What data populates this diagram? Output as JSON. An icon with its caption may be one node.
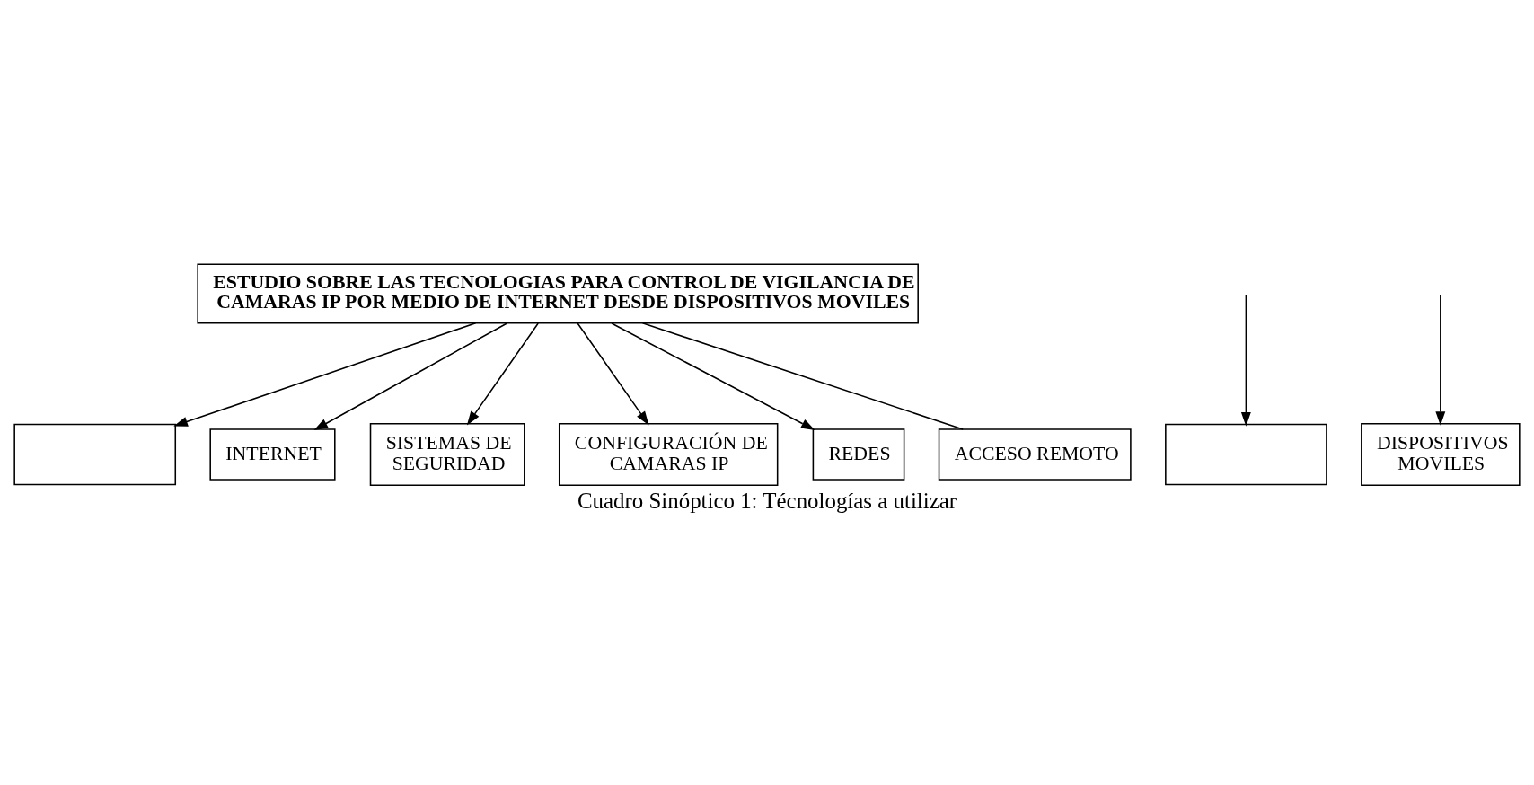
{
  "diagram": {
    "caption": "Cuadro Sinóptico 1: Técnologías a utilizar",
    "nodes": [
      {
        "text": [
          "ESTUDIO SOBRE LAS TECNOLOGIAS PARA CONTROL DE VIGILANCIA DE CAMARAS IP POR MEDIO DE INTERNET DESDE DISPOSITIVOS MOVILES"
        ]
      },
      {
        "text": [],
        "shape": "box"
      },
      {
        "text": [],
        "shape": "box"
      },
      {
        "text": [
          "INTERNET"
        ]
      },
      {
        "text": [
          "SISTEMAS DE SEGURIDAD"
        ]
      },
      {
        "text": [
          "CONFIGURACIÓN DE CAMARAS IP"
        ]
      },
      {
        "text": [
          "DISPOSITIVOS MOVILES"
        ]
      },
      {
        "text": [
          "REDES"
        ]
      },
      {
        "text": [
          "ACCESO REMOTO"
        ]
      }
    ],
    "edges": [
      {
        "from": 0,
        "to": 1,
        "arrow": "to"
      },
      {
        "from": null,
        "to": 2,
        "arrow": "to"
      },
      {
        "from": 0,
        "to": 3,
        "arrow": "to"
      },
      {
        "from": 0,
        "to": 4,
        "arrow": "to"
      },
      {
        "from": null,
        "to": 6,
        "arrow": "to"
      },
      {
        "from": 0,
        "to": 5,
        "arrow": "to"
      },
      {
        "from": 0,
        "to": 7,
        "arrow": "to"
      },
      {
        "from": 0,
        "to": 8,
        "arrow": "none"
      }
    ]
  }
}
